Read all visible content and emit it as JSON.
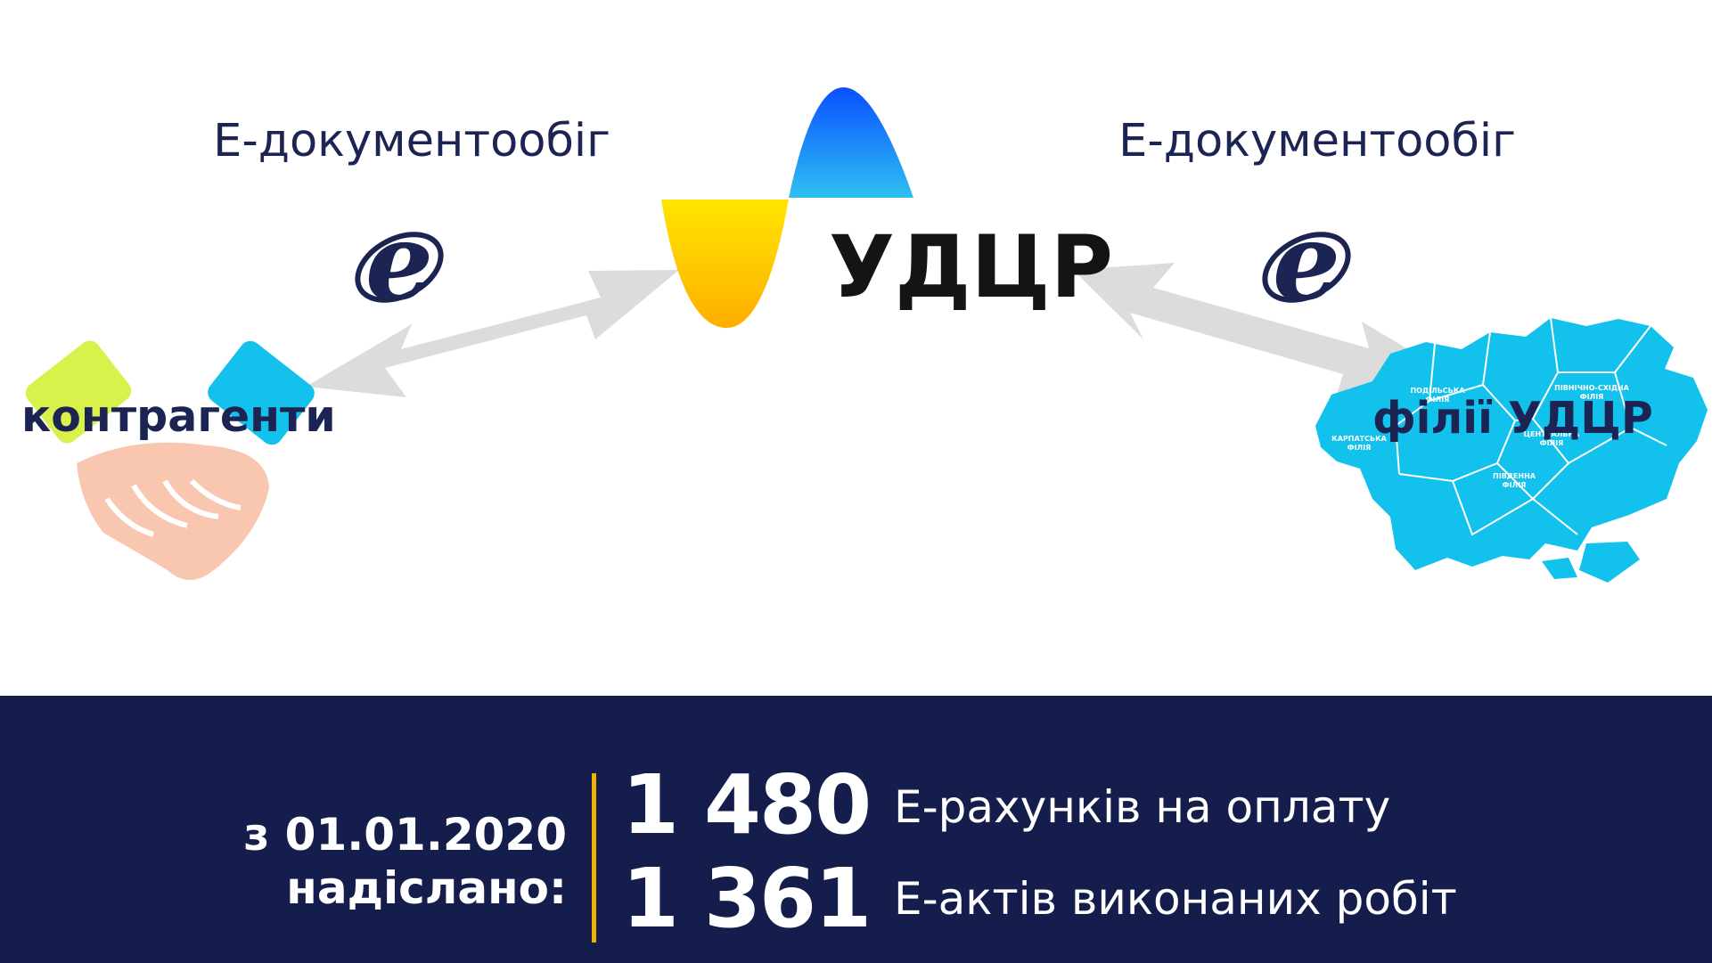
{
  "diagram": {
    "edoc_left": {
      "label": "Е-документообіг",
      "icon": "ie-e-icon"
    },
    "edoc_right": {
      "label": "Е-документообіг",
      "icon": "ie-e-icon"
    },
    "brand": {
      "name": "УДЦР",
      "logo": "udcr-wave-logo"
    },
    "counterparties": {
      "label": "контрагенти",
      "icon": "handshake-icon"
    },
    "branches": {
      "label": "філії УДЦР",
      "icon": "ukraine-map-icon",
      "regions": [
        "ПОДІЛЬСЬКА ФІЛІЯ",
        "ПІВНІЧНО-СХІДНА ФІЛІЯ",
        "КАРПАТСЬКА ФІЛІЯ",
        "ЦЕНТРАЛЬНА ФІЛІЯ",
        "ПІВДЕННА ФІЛІЯ"
      ]
    },
    "arrows": [
      "double-arrow-left",
      "double-arrow-right"
    ]
  },
  "stats": {
    "since_line1": "з 01.01.2020",
    "since_line2": "надіслано:",
    "items": [
      {
        "number": "1 480",
        "text": "Е-рахунків на оплату"
      },
      {
        "number": "1 361",
        "text": "Е-актів виконаних робіт"
      }
    ]
  },
  "colors": {
    "navy": "#151d4d",
    "text_dark": "#1b2453",
    "accent_gold": "#f0b400",
    "map_blue": "#12c2ec",
    "arrow_gray": "#dcdcdc",
    "logo_blue": "#0a5cff",
    "logo_yellow": "#ffd400"
  }
}
